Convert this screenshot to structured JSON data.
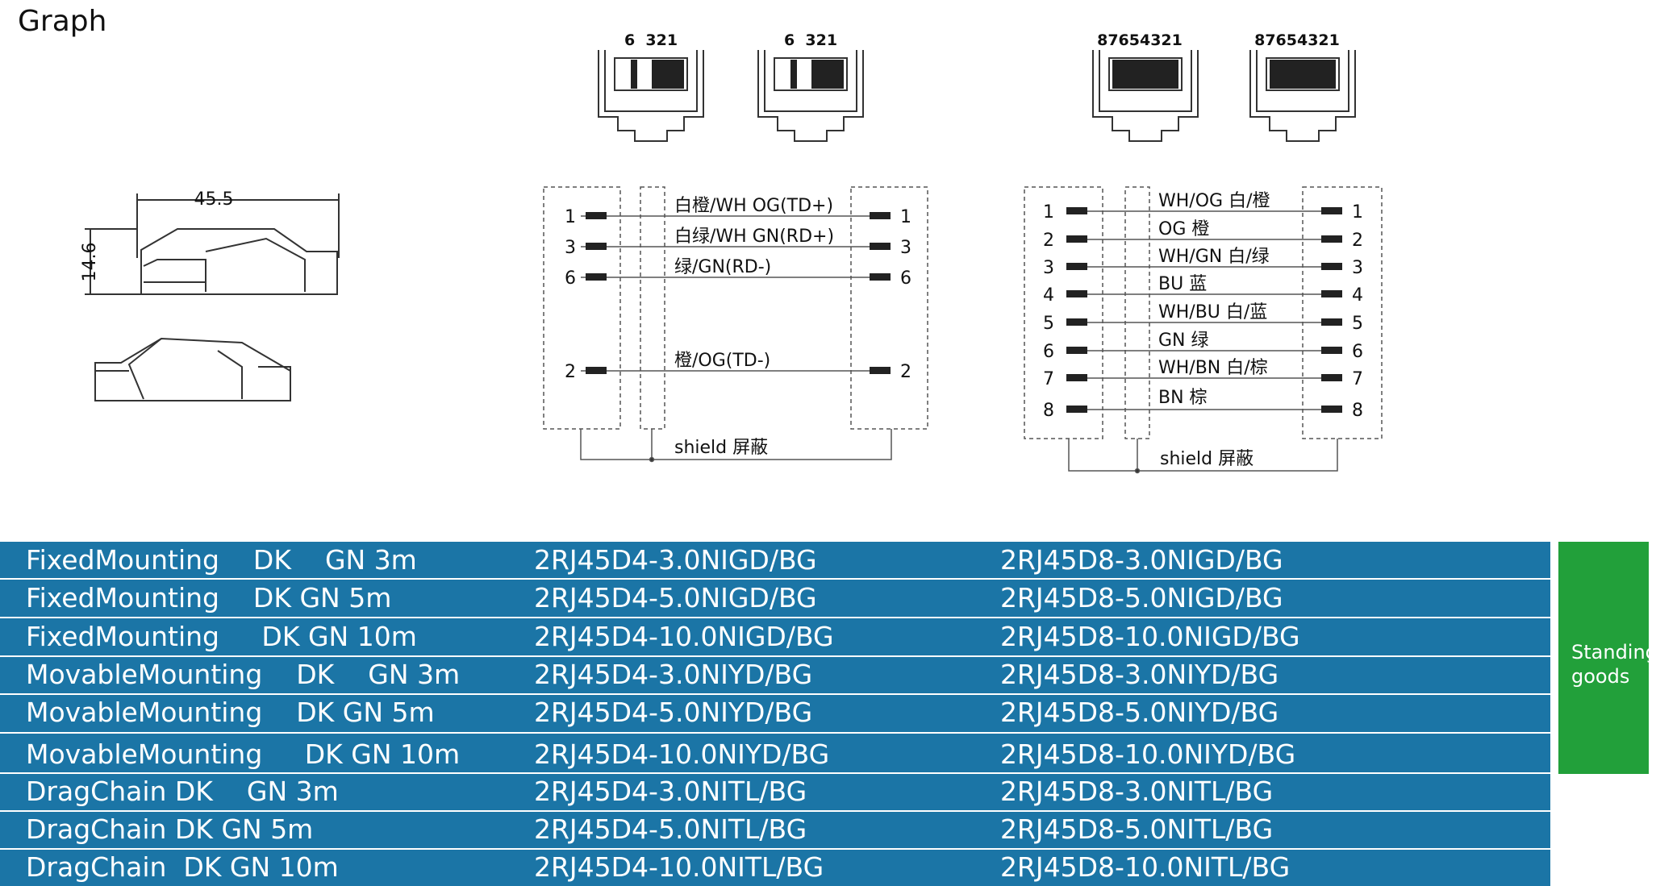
{
  "header": {
    "title": "Graph"
  },
  "drawing": {
    "dim_length": "45.5",
    "dim_height": "14.6",
    "connectors_d4": [
      "6  321",
      "6  321"
    ],
    "connectors_d8": [
      "87654321",
      "87654321"
    ],
    "d4": {
      "pins_left": [
        "1",
        "3",
        "6",
        "2"
      ],
      "pins_right": [
        "1",
        "3",
        "6",
        "2"
      ],
      "wires": [
        "白橙/WH OG(TD+)",
        "白绿/WH GN(RD+)",
        "绿/GN(RD-)",
        "橙/OG(TD-)"
      ],
      "shield": "shield 屏蔽"
    },
    "d8": {
      "pins_left": [
        "1",
        "2",
        "3",
        "4",
        "5",
        "6",
        "7",
        "8"
      ],
      "pins_right": [
        "1",
        "2",
        "3",
        "4",
        "5",
        "6",
        "7",
        "8"
      ],
      "wires": [
        "WH/OG 白/橙",
        "OG 橙",
        "WH/GN 白/绿",
        "BU 蓝",
        "WH/BU 白/蓝",
        "GN 绿",
        "WH/BN 白/棕",
        "BN 棕"
      ],
      "shield": "shield 屏蔽"
    }
  },
  "table": {
    "rows": [
      {
        "desc": "FixedMounting    DK    GN 3m",
        "d4": "2RJ45D4-3.0NIGD/BG",
        "d8": "2RJ45D8-3.0NIGD/BG"
      },
      {
        "desc": "FixedMounting    DK GN 5m",
        "d4": "2RJ45D4-5.0NIGD/BG",
        "d8": "2RJ45D8-5.0NIGD/BG"
      },
      {
        "desc": "FixedMounting     DK GN 10m",
        "d4": "2RJ45D4-10.0NIGD/BG",
        "d8": "2RJ45D8-10.0NIGD/BG"
      },
      {
        "desc": "MovableMounting    DK    GN 3m",
        "d4": "2RJ45D4-3.0NIYD/BG",
        "d8": "2RJ45D8-3.0NIYD/BG"
      },
      {
        "desc": "MovableMounting    DK GN 5m",
        "d4": "2RJ45D4-5.0NIYD/BG",
        "d8": "2RJ45D8-5.0NIYD/BG"
      },
      {
        "desc": "MovableMounting     DK GN 10m",
        "d4": "2RJ45D4-10.0NIYD/BG",
        "d8": "2RJ45D8-10.0NIYD/BG"
      },
      {
        "desc": "DragChain DK    GN 3m",
        "d4": "2RJ45D4-3.0NITL/BG",
        "d8": "2RJ45D8-3.0NITL/BG"
      },
      {
        "desc": "DragChain DK GN 5m",
        "d4": "2RJ45D4-5.0NITL/BG",
        "d8": "2RJ45D8-5.0NITL/BG"
      },
      {
        "desc": "DragChain  DK GN 10m",
        "d4": "2RJ45D4-10.0NITL/BG",
        "d8": "2RJ45D8-10.0NITL/BG"
      }
    ],
    "badge": "Standing\ngoods"
  },
  "colors": {
    "row_bg": "#1b75a6",
    "badge_bg": "#22a03a",
    "row_text": "#ffffff"
  }
}
